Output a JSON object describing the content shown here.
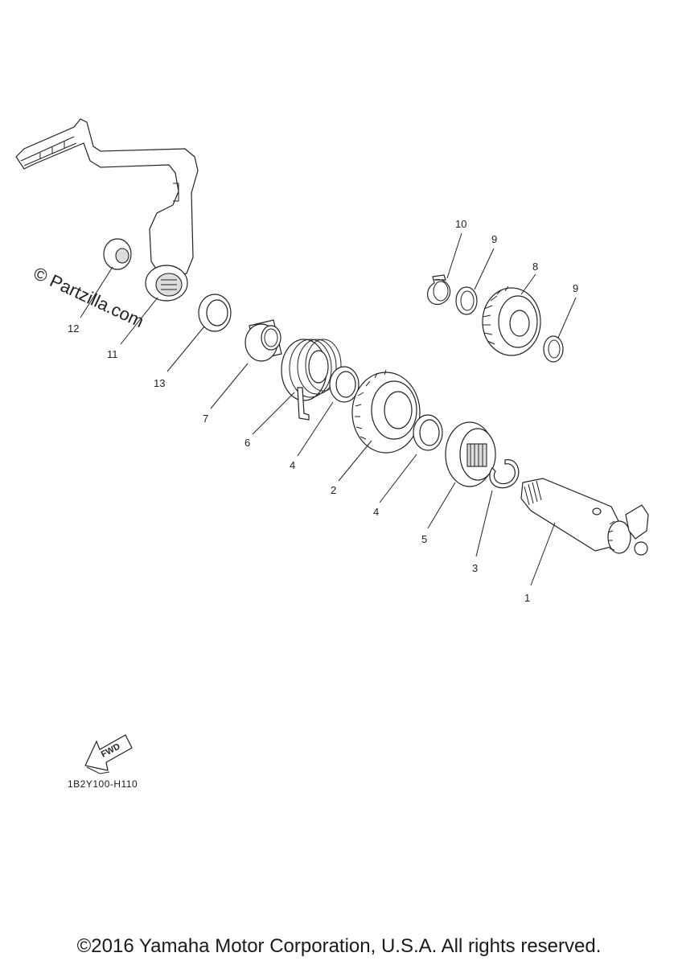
{
  "watermark": "© Partzilla.com",
  "fwd_label": "FWD",
  "diagram_code": "1B2Y100-H110",
  "copyright": "©2016 Yamaha Motor Corporation, U.S.A. All rights reserved.",
  "callouts": {
    "c1": "1",
    "c2": "2",
    "c3": "3",
    "c4a": "4",
    "c4b": "4",
    "c5": "5",
    "c6": "6",
    "c7": "7",
    "c8": "8",
    "c9a": "9",
    "c9b": "9",
    "c10": "10",
    "c11": "11",
    "c12": "12",
    "c13": "13"
  }
}
